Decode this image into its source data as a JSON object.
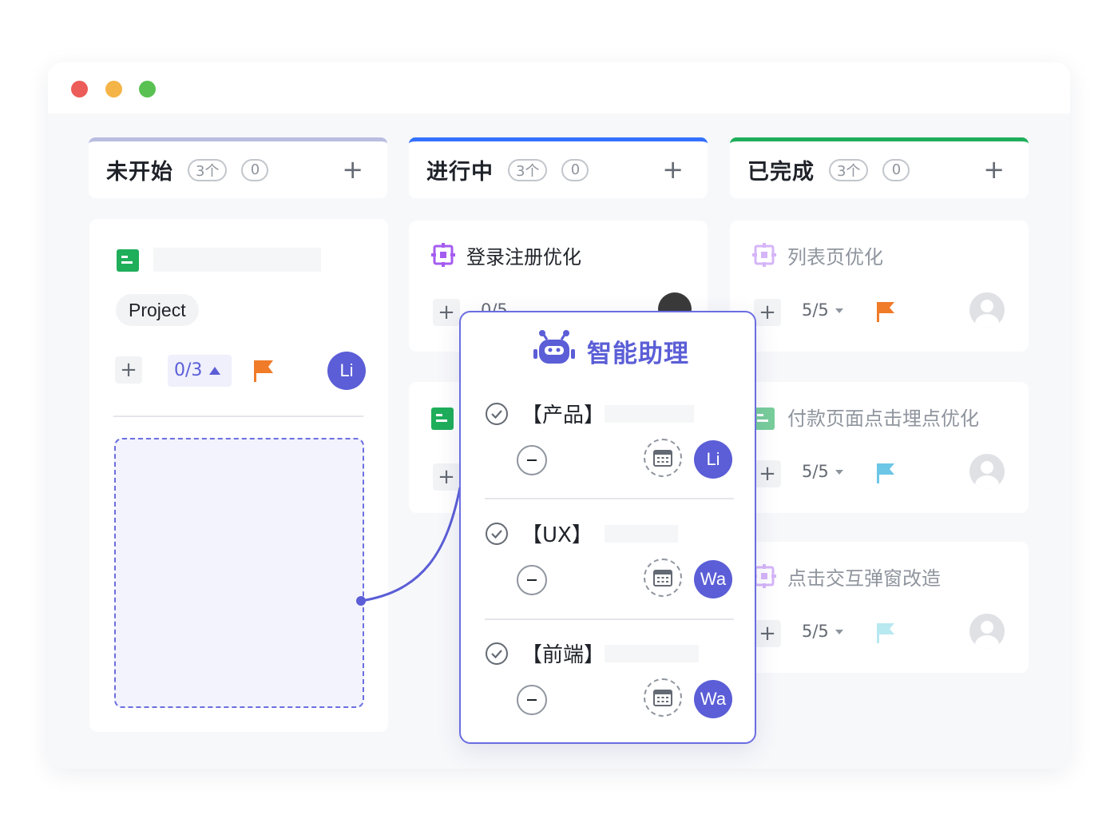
{
  "columns": [
    {
      "title": "未开始",
      "count": "3个",
      "badge": "0",
      "color": "#b9bde0"
    },
    {
      "title": "进行中",
      "count": "3个",
      "badge": "0",
      "color": "#3370ff"
    },
    {
      "title": "已完成",
      "count": "3个",
      "badge": "0",
      "color": "#1fae5a"
    }
  ],
  "col_add_label": "+",
  "card_todo": {
    "tag": "Project",
    "progress": "0/3",
    "assignee": "Li"
  },
  "card_doing_1": {
    "title": "登录注册优化",
    "progress": "0/5"
  },
  "done_cards": [
    {
      "title": "列表页优化",
      "progress": "5/5",
      "flag_color": "#f07b28"
    },
    {
      "title": "付款页面点击埋点优化",
      "progress": "5/5",
      "flag_color": "#6cc6e6"
    },
    {
      "title": "点击交互弹窗改造",
      "progress": "5/5",
      "flag_color": "#b8e8f0"
    }
  ],
  "assistant": {
    "title": "智能助理",
    "tasks": [
      {
        "label": "【产品】",
        "assignee": "Li"
      },
      {
        "label": "【UX】",
        "assignee": "Wa"
      },
      {
        "label": "【前端】",
        "assignee": "Wa"
      }
    ]
  },
  "colors": {
    "accent": "#5b5ed6",
    "flag_orange": "#f07b28",
    "doc_green": "#1fae5a",
    "jira_purple": "#a45cf0"
  }
}
